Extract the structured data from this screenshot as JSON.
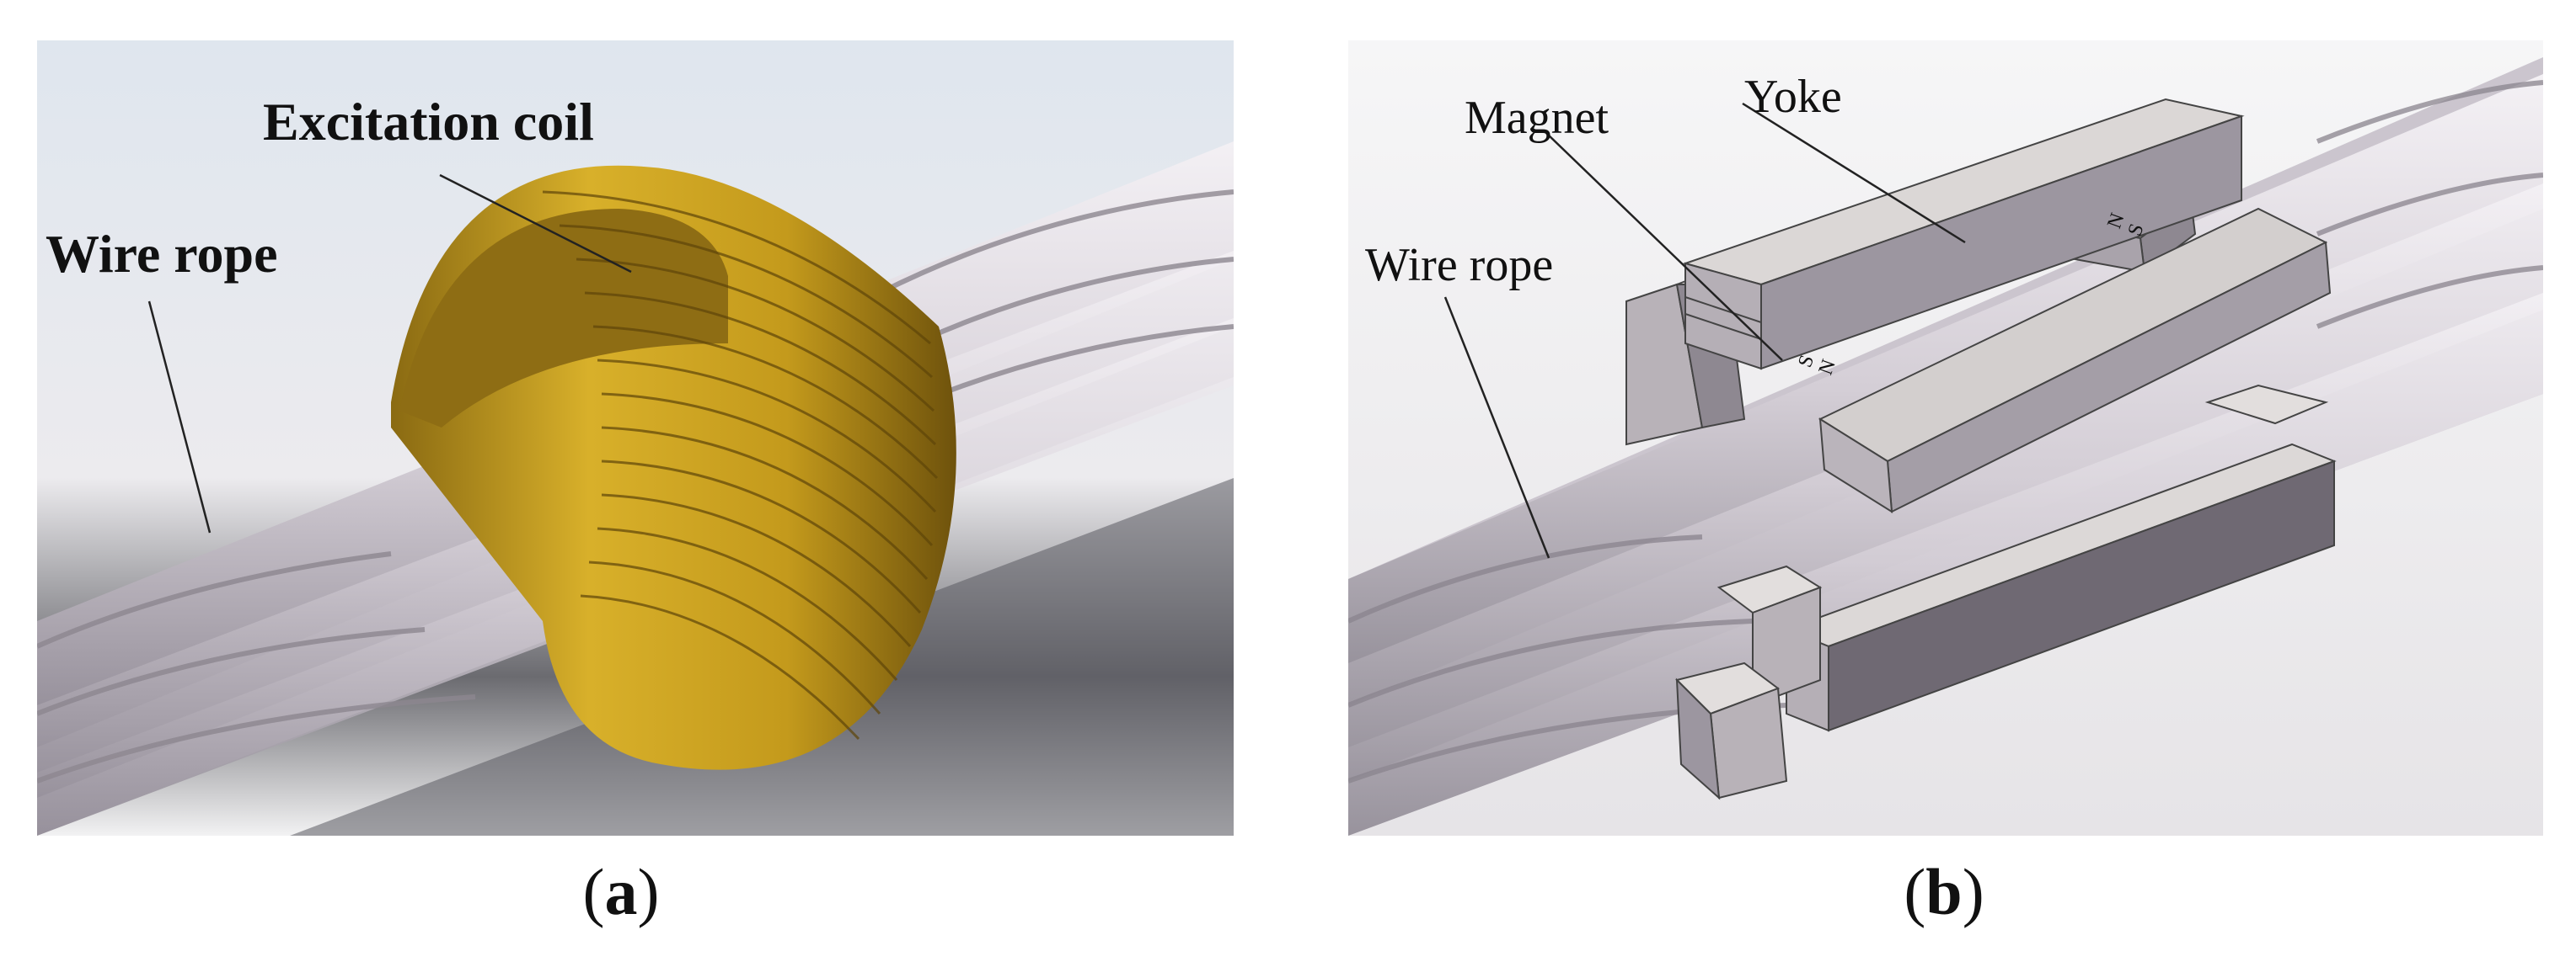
{
  "panel_a": {
    "labels": {
      "excitation_coil": "Excitation coil",
      "wire_rope": "Wire rope"
    },
    "caption_open": "(",
    "caption_letter": "a",
    "caption_close": ")"
  },
  "panel_b": {
    "labels": {
      "magnet": "Magnet",
      "yoke": "Yoke",
      "wire_rope": "Wire rope",
      "pole_n": "N",
      "pole_s": "S"
    },
    "caption_open": "(",
    "caption_letter": "b",
    "caption_close": ")"
  },
  "colors": {
    "rope": "#d8d3da",
    "rope_shadow": "#9d97a1",
    "coil": "#c9a020",
    "coil_dark": "#7a5c0e",
    "yoke": "#9b949d",
    "yoke_top": "#d9d5d4"
  }
}
